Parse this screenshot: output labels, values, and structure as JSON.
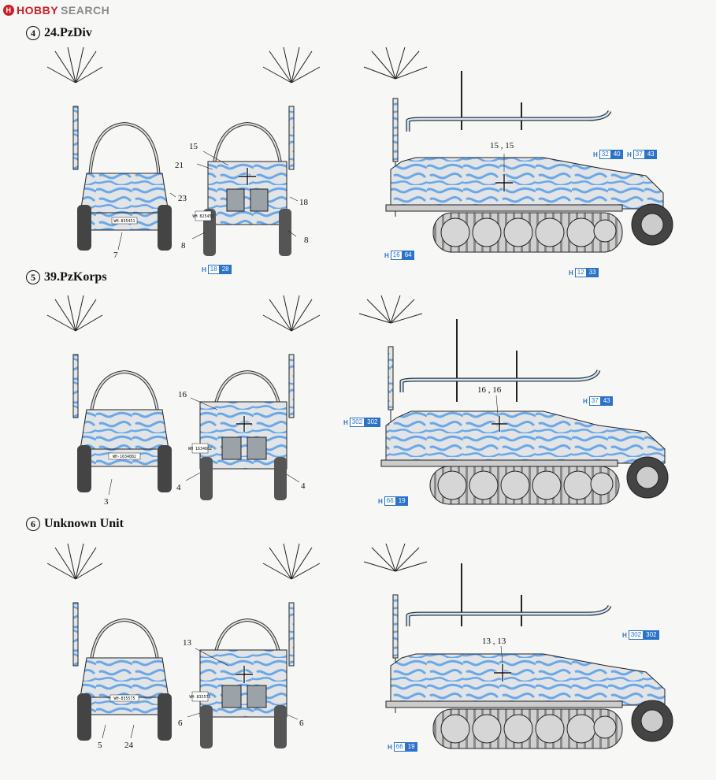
{
  "logo": {
    "brand": "HOBBY",
    "suffix": "SEARCH"
  },
  "sections": [
    {
      "number": "4",
      "title": "24.PzDiv",
      "plate_front": "WH-835451",
      "plate_rear": "WH 825451",
      "front_callouts": [
        "23",
        "7"
      ],
      "rear_callouts": [
        "15",
        "21",
        "18",
        "8",
        "8"
      ],
      "side_callout": "15 , 15",
      "decals": [
        {
          "h": "H",
          "a": "32",
          "b": "40"
        },
        {
          "h": "H",
          "a": "37",
          "b": "43"
        },
        {
          "h": "H",
          "a": "16",
          "b": "64"
        },
        {
          "h": "H",
          "a": "12",
          "b": "33"
        },
        {
          "h": "H",
          "a": "18",
          "b": "28"
        }
      ]
    },
    {
      "number": "5",
      "title": "39.PzKorps",
      "plate_front": "WH-1634882",
      "plate_rear": "WH 1634882",
      "front_callouts": [
        "3"
      ],
      "rear_callouts": [
        "16",
        "4",
        "4"
      ],
      "side_callout": "16 , 16",
      "decals": [
        {
          "h": "H",
          "a": "37",
          "b": "43"
        },
        {
          "h": "H",
          "a": "302",
          "b": "302"
        },
        {
          "h": "H",
          "a": "66",
          "b": "19"
        }
      ]
    },
    {
      "number": "6",
      "title": "Unknown Unit",
      "plate_front": "WH-835575",
      "plate_rear": "WH 835575",
      "front_callouts": [
        "5",
        "24"
      ],
      "rear_callouts": [
        "13",
        "6",
        "6"
      ],
      "side_callout": "13 , 13",
      "decals": [
        {
          "h": "H",
          "a": "302",
          "b": "302"
        },
        {
          "h": "H",
          "a": "66",
          "b": "19"
        }
      ]
    }
  ],
  "colors": {
    "camo_blue": "#6aa8e8",
    "body_gray": "#dcdcdc",
    "decal_blue": "#2a73c8"
  }
}
